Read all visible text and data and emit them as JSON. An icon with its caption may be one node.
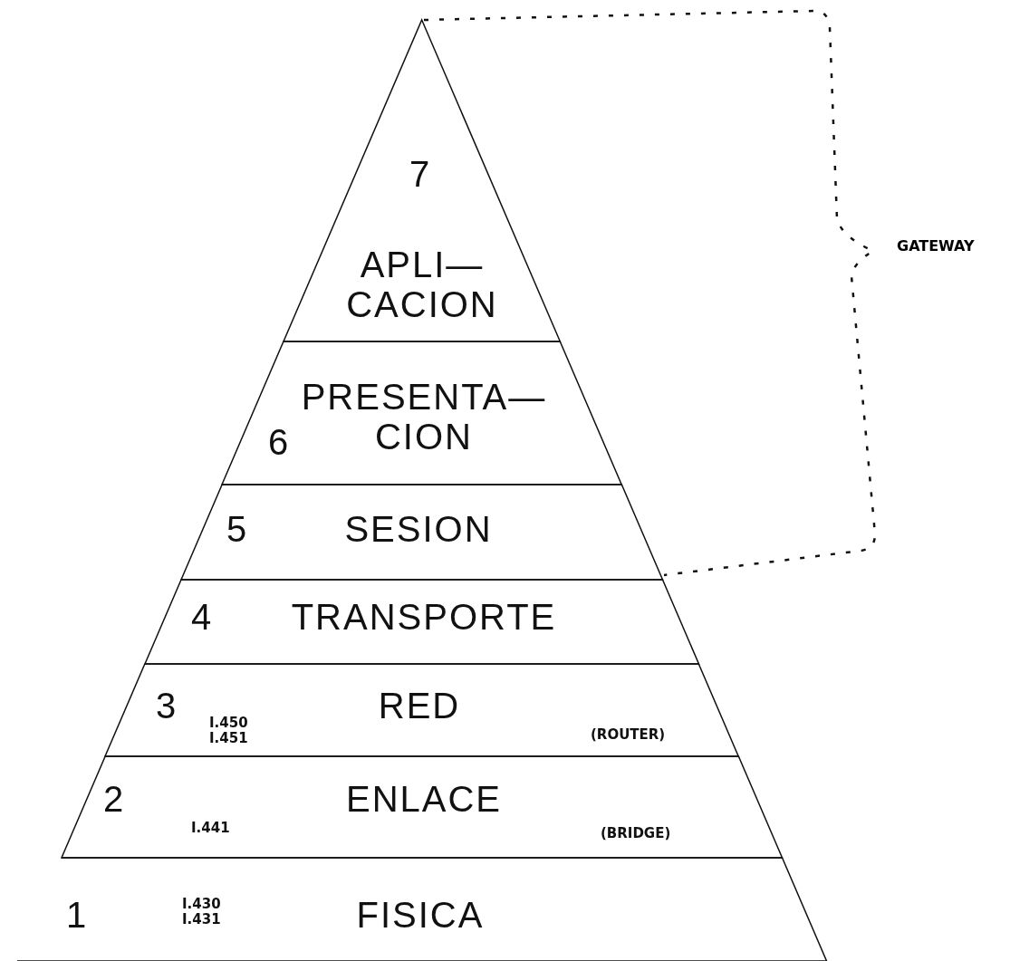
{
  "diagram": {
    "nodes": [
      {
        "text": [
          "7",
          "APLI— CACION"
        ]
      },
      {
        "text": [
          "6",
          "PRESENTA— CION"
        ]
      },
      {
        "text": [
          "5",
          "SESION"
        ]
      },
      {
        "text": [
          "4",
          "TRANSPORTE"
        ]
      },
      {
        "text": [
          "3",
          "RED",
          "I.450 I.451",
          "(ROUTER)"
        ]
      },
      {
        "text": [
          "2",
          "ENLACE",
          "I.441",
          "(BRIDGE)"
        ]
      },
      {
        "text": [
          "1",
          "I.430 I.431",
          "FISICA"
        ]
      }
    ],
    "labels": [
      "GATEWAY"
    ]
  }
}
